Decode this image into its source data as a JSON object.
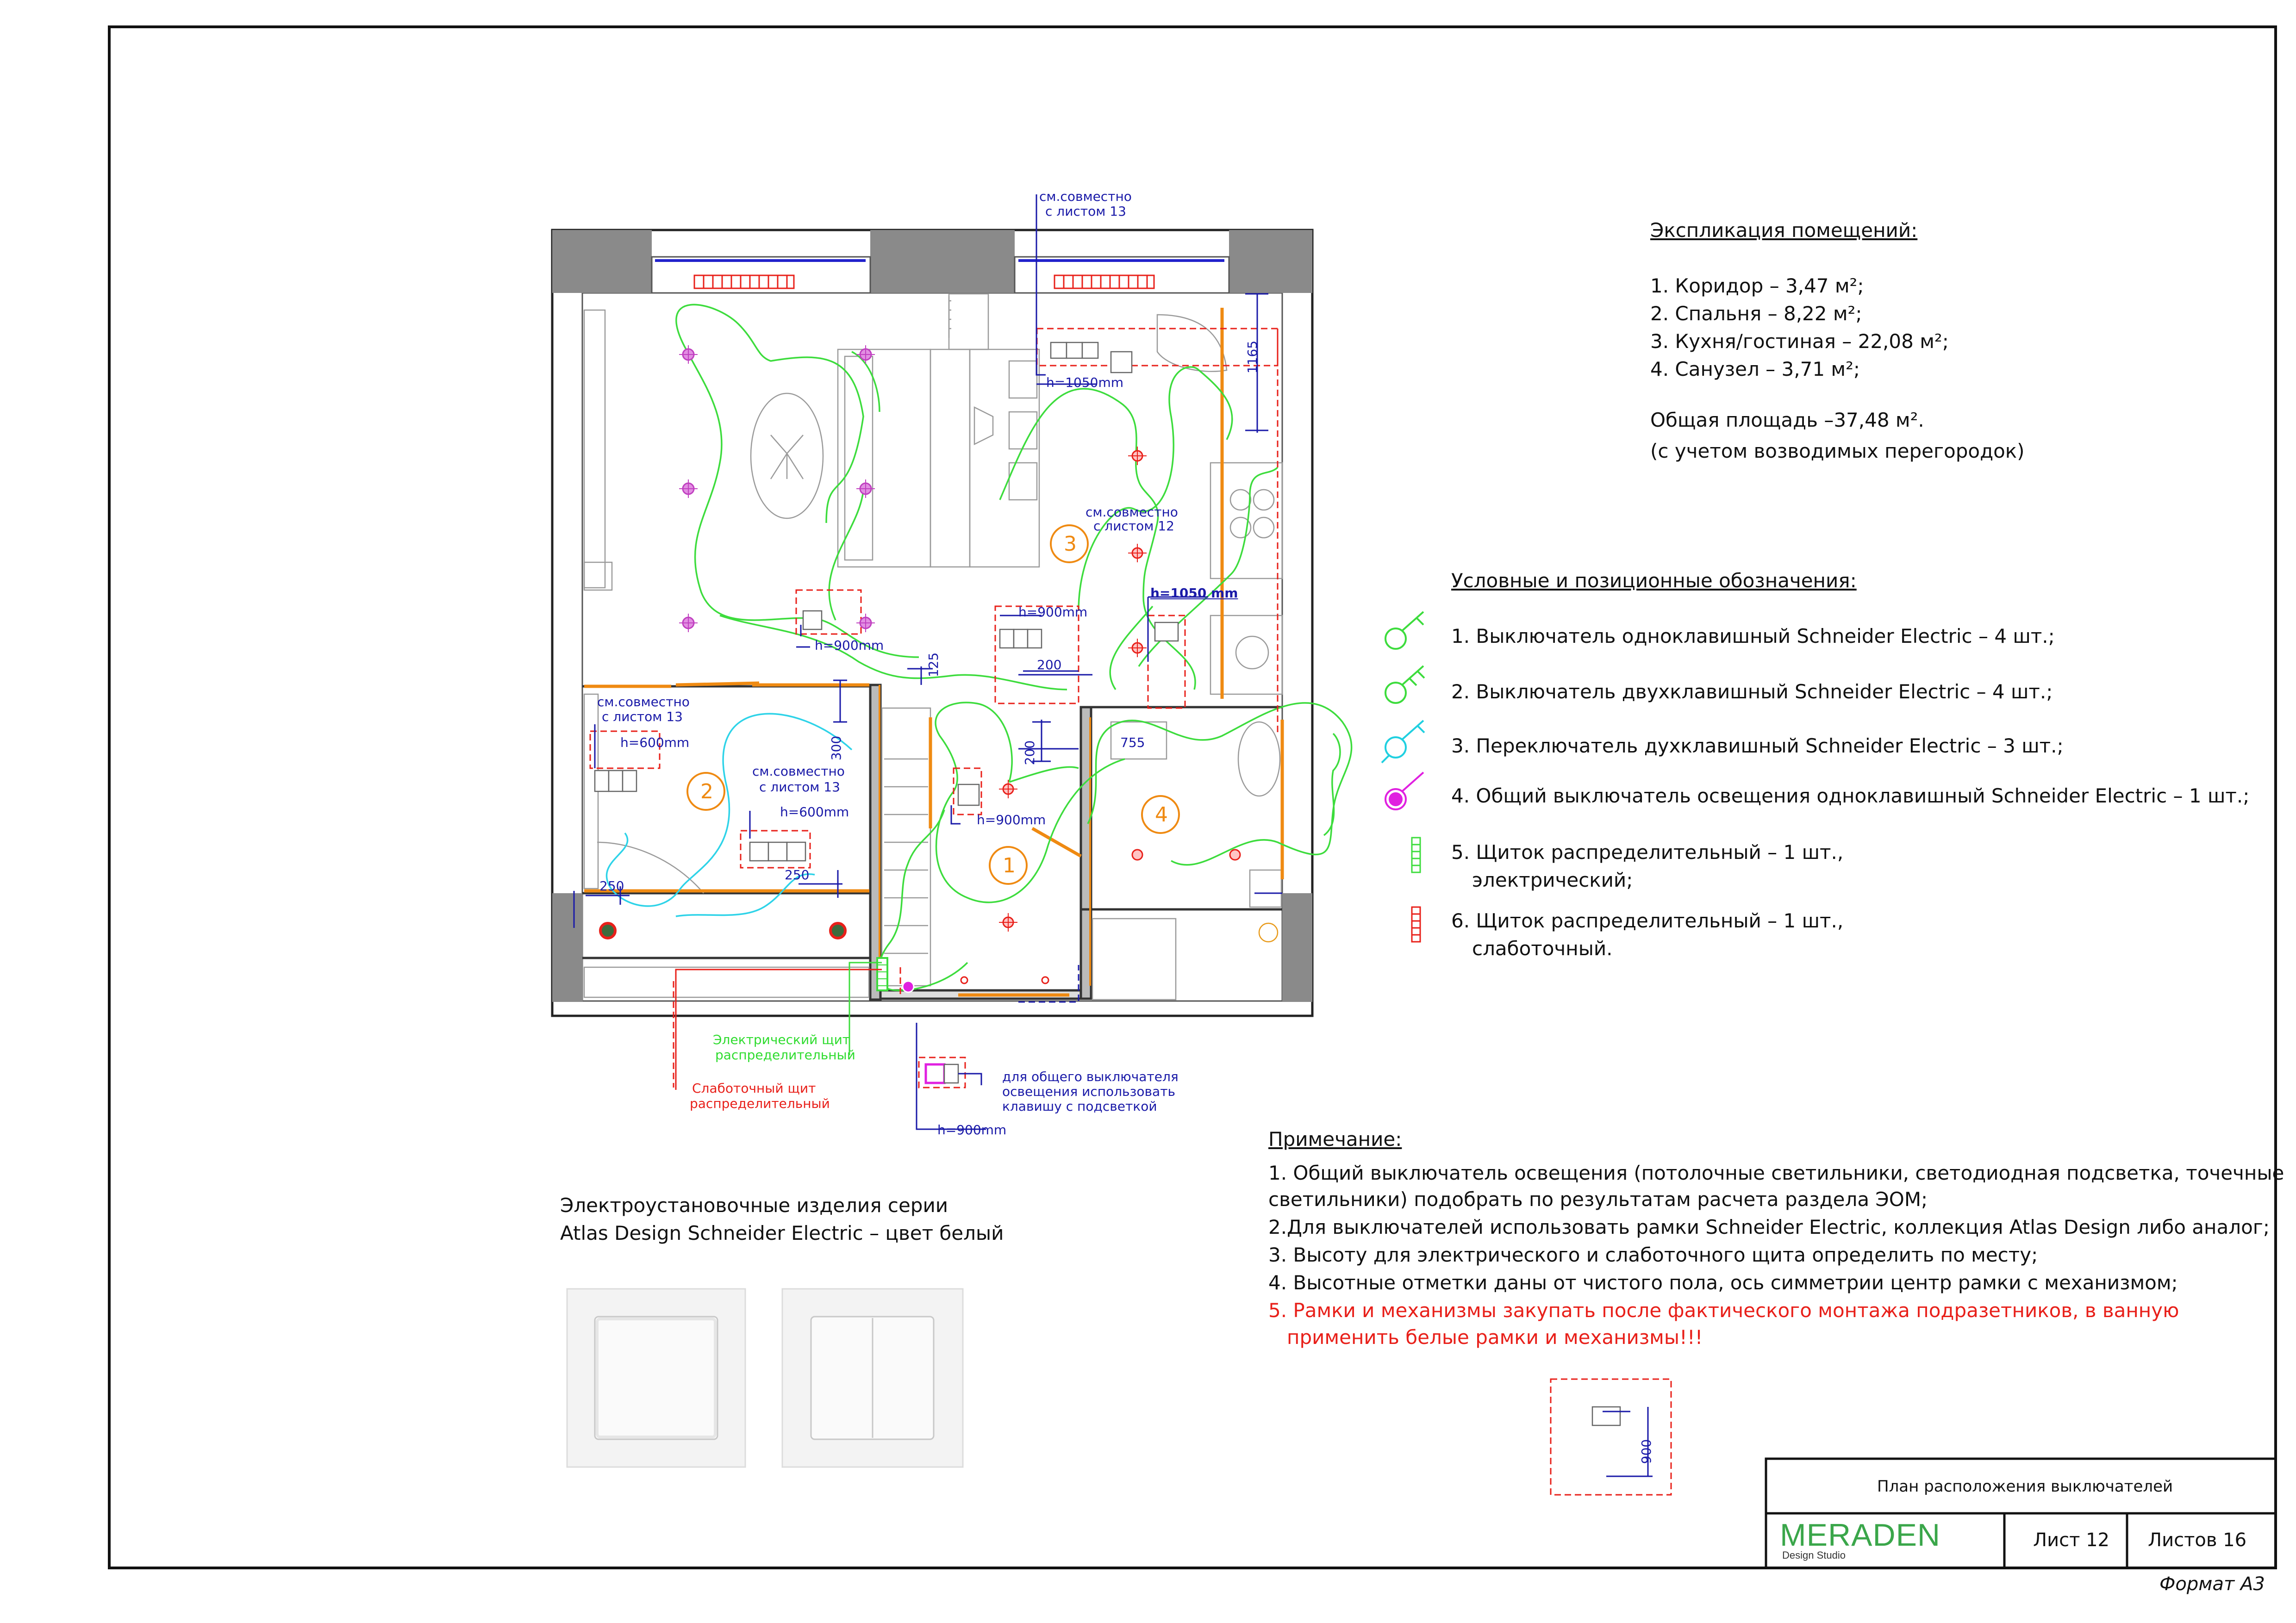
{
  "explication": {
    "title": "Экспликация помещений:",
    "rooms": [
      "1. Коридор – 3,47 м²;",
      "2. Спальня – 8,22 м²;",
      "3. Кухня/гостиная – 22,08 м²;",
      "4. Санузел – 3,71 м²;"
    ],
    "total": "Общая площадь –37,48 м².",
    "total_note": "(с учетом возводимых перегородок)"
  },
  "legend": {
    "title": "Условные и позиционные обозначения:",
    "items": [
      {
        "text": "1.  Выключатель одноклавишный Schneider Electric  – 4 шт.;",
        "icon": "single-switch-icon",
        "color": "#3ddc3d"
      },
      {
        "text": "2. Выключатель двухклавишный Schneider Electric – 4 шт.;",
        "icon": "double-switch-icon",
        "color": "#3ddc3d"
      },
      {
        "text": "3. Переключатель духклавишный Schneider Electric – 3 шт.;",
        "icon": "two-way-switch-icon",
        "color": "#20d0e0"
      },
      {
        "text": "4. Общий выключатель освещения одноклавишный Schneider Electric – 1 шт.;",
        "icon": "master-switch-icon",
        "color": "#e020e0"
      },
      {
        "text": "5. Щиток распределительный – 1 шт.,",
        "text2": "электрический;",
        "icon": "electric-panel-icon",
        "color": "#3ddc3d"
      },
      {
        "text": "6. Щиток распределительный – 1 шт.,",
        "text2": "слаботочный.",
        "icon": "lowcurrent-panel-icon",
        "color": "#e8201a"
      }
    ]
  },
  "notes": {
    "title": "Примечание:",
    "lines": [
      "1. Общий выключатель освещения (потолочные светильники, светодиодная подсветка, точечные",
      "светильники) подобрать по результатам расчета раздела ЭОМ;",
      "2.Для выключателей использовать рамки  Schneider Electric, коллекция Atlas Design либо аналог;",
      "3. Высоту для электрического и слаботочного щита определить по месту;",
      "4. Высотные отметки даны от чистого пола, ось симметрии центр рамки с механизмом;"
    ],
    "warning": [
      "5. Рамки и механизмы закупать после фактического монтажа подразетников, в ванную",
      "применить белые рамки и механизмы!!!"
    ]
  },
  "series": {
    "line1": "Электроустановочные изделия серии",
    "line2": "Atlas Design Schneider Electric – цвет белый"
  },
  "plan": {
    "room_numbers": [
      "1",
      "2",
      "3",
      "4"
    ],
    "labels": {
      "see13_top_a": "см.совместно",
      "see13_top_b": "с листом 13",
      "see12_a": "см.совместно",
      "see12_b": "с листом 12",
      "see13_left_a": "см.совместно",
      "see13_left_b": "с листом 13",
      "see13_mid_a": "см.совместно",
      "see13_mid_b": "с листом 13",
      "h1050_top": "h=1050mm",
      "h1050_right": "h=1050 mm",
      "h900_a": "h=900mm",
      "h900_b": "h=900mm",
      "h900_c": "h=900mm",
      "h900_bottom": "h=900mm",
      "h600_a": "h=600mm",
      "h600_b": "h=600mm",
      "d1165": "1165",
      "d125": "125",
      "d200_a": "200",
      "d200_b": "200",
      "d300": "300",
      "d755": "755",
      "d250_a": "250",
      "d250_b": "250",
      "d900_detail": "900",
      "elec_a": "Электрический  щит",
      "elec_b": "распределительный",
      "low_a": "Слаботочный  щит",
      "low_b": "распределительный",
      "master_a": "для общего выключателя",
      "master_b": "освещения использовать",
      "master_c": "клавишу с подсветкой"
    }
  },
  "title_block": {
    "drawing": "План расположения выключателей",
    "brand": "MERADEN",
    "brand_sub": "Design Studio",
    "sheet": "Лист 12",
    "sheets": "Листов 16"
  },
  "format": "Формат  А3"
}
